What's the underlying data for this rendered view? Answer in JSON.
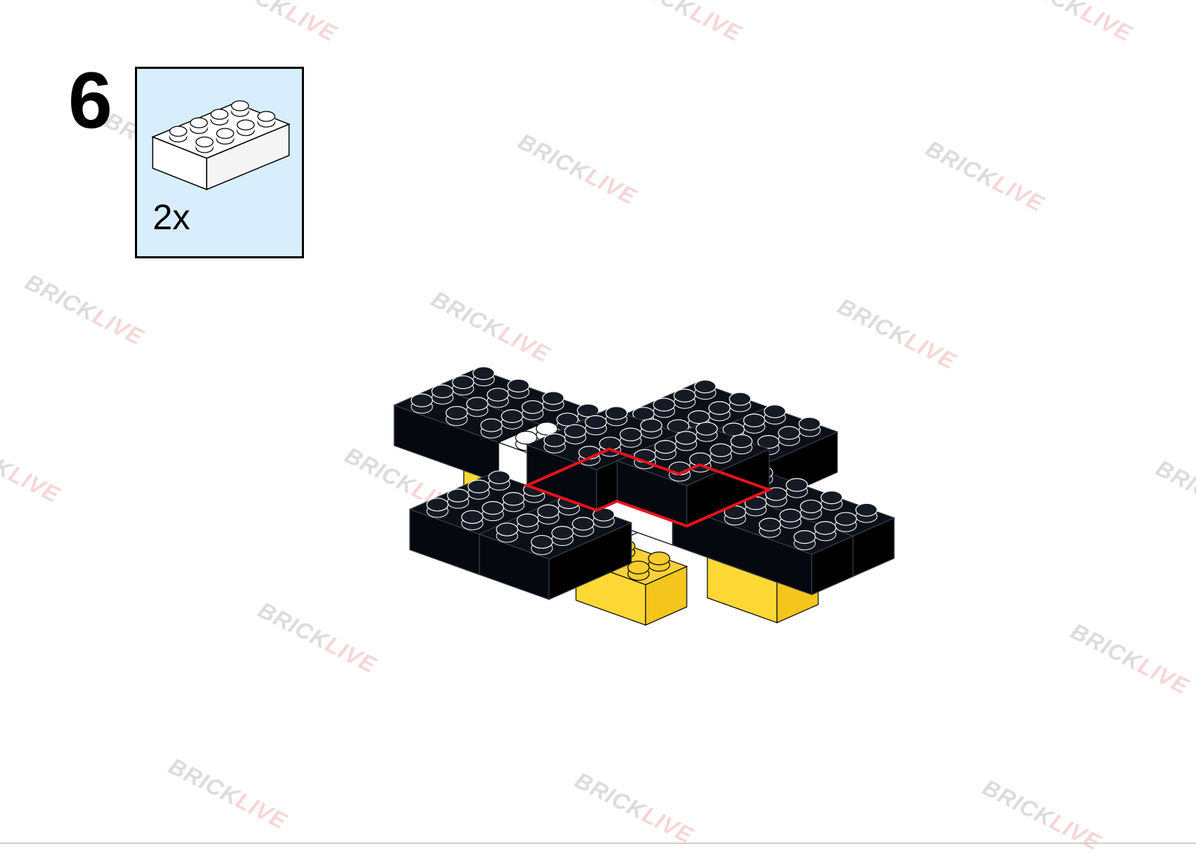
{
  "step": {
    "number": "6"
  },
  "parts": {
    "quantity": "2x",
    "brick_color": "white",
    "brick_size": "2x4"
  },
  "watermark": {
    "part1": "BRICK",
    "part2": "LIVE"
  },
  "colors": {
    "parts_background": "#d8eefc",
    "black_brick": "#05080f",
    "yellow_brick": "#fdd835",
    "white_brick": "#ffffff",
    "highlight_outline": "#e5141b"
  }
}
